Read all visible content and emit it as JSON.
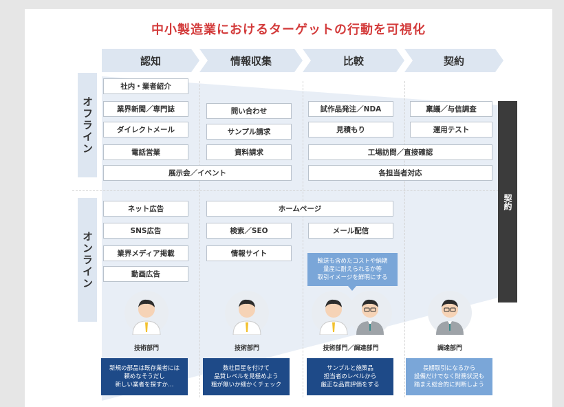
{
  "title": "中小製造業におけるターゲットの行動を可視化",
  "stages": [
    "認知",
    "情報収集",
    "比較",
    "契約"
  ],
  "sections": {
    "offline_label": "オフライン",
    "online_label": "オンライン",
    "contract_label": "契約"
  },
  "offline": {
    "ninchi": [
      "社内・業者紹介",
      "業界新聞／専門誌",
      "ダイレクトメール",
      "電話営業"
    ],
    "joho": [
      "問い合わせ",
      "サンプル請求",
      "資料請求"
    ],
    "hikaku": [
      "試作品発注／NDA",
      "見積もり"
    ],
    "keiyaku": [
      "稟議／与信調査",
      "運用テスト"
    ],
    "factory_visit": "工場訪問／直接確認",
    "exhibition": "展示会／イベント",
    "each_person": "各担当者対応"
  },
  "online": {
    "ninchi": [
      "ネット広告",
      "SNS広告",
      "業界メディア掲載",
      "動画広告"
    ],
    "homepage": "ホームページ",
    "joho": [
      "検索／SEO",
      "情報サイト"
    ],
    "hikaku": [
      "メール配信"
    ]
  },
  "bubble": "輸送も含めたコストや納期\n量産に耐えられるか等\n取引イメージを鮮明にする",
  "personas": [
    {
      "dept": "技術部門",
      "note": "新規の部品は既存業者には\n頼めなそうだし\n新しい業者を探すか…",
      "style": "dark"
    },
    {
      "dept": "技術部門",
      "note": "数社目星を付けて\n品質レベルを見極めよう\n粗が無いか細かくチェック",
      "style": "dark"
    },
    {
      "dept": "技術部門／調達部門",
      "note": "サンプルと施策品\n担当者のレベルから\n厳正な品質評価をする",
      "style": "dark"
    },
    {
      "dept": "調達部門",
      "note": "長期取引になるから\n設備だけでなく財務状況も\n踏まえ総合的に判断しよう",
      "style": "light"
    }
  ],
  "colors": {
    "title": "#d33b3b",
    "stage_arrow": "#dde6f1",
    "funnel": "#e3eaf3",
    "note_dark": "#1e4a88",
    "note_light": "#7aa6d8",
    "contract_bar": "#3b3b3b"
  }
}
